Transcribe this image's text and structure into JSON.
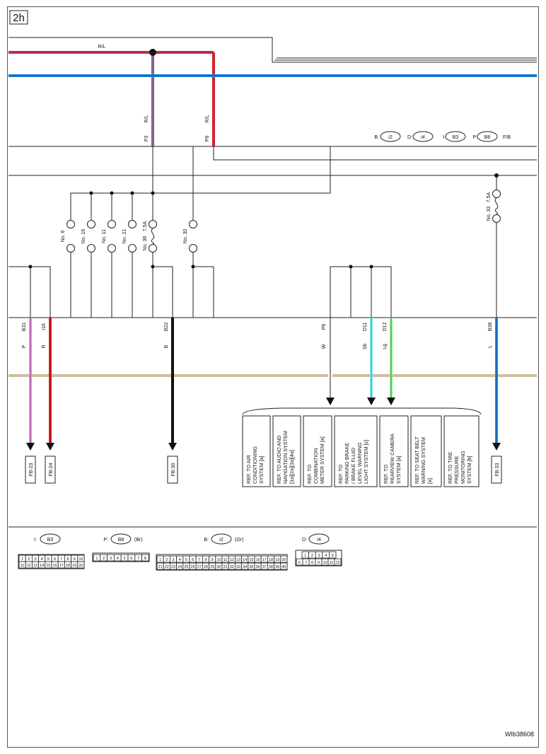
{
  "page_tag": "2h",
  "diagram_id": "WIb38608",
  "connector_header": {
    "b_label": "B:",
    "b_code": "i2",
    "d_label": "D:",
    "d_code": "i4",
    "i_label": "I:",
    "i_code": "B3",
    "p_label": "P:",
    "p_code": "B8",
    "fb_label": "F/B"
  },
  "top_wire_label": "R/L",
  "drop_left": {
    "wire": "R/L",
    "pin": "P3"
  },
  "drop_right": {
    "wire": "R/L",
    "pin": "P8"
  },
  "fuses": {
    "no6": "No. 6",
    "no16": "No. 16",
    "no11": "No. 11",
    "no21": "No. 21",
    "no36": "No. 36",
    "no36_rating": "7.5A",
    "no30": "No. 30",
    "no33": "No. 33",
    "no33_rating": "7.5A"
  },
  "terminals": {
    "b31": "B31",
    "b31_color": "P",
    "i16": "I16",
    "i16_color": "R",
    "b22": "B22",
    "b22_color": "B",
    "p6": "P6",
    "p6_color": "W",
    "d11": "D11",
    "d11_color": "Sb",
    "d12": "D12",
    "d12_color": "Lg",
    "b38": "B38",
    "b38_color": "L"
  },
  "destinations": {
    "fb23": "FB-23",
    "fb24": "FB-24",
    "fb30": "FB-30",
    "fb33": "FB-33"
  },
  "refs": [
    {
      "line1": "REF. TO AIR",
      "line2": "CONDITIONING",
      "line3": "SYSTEM [a]",
      "line4": ""
    },
    {
      "line1": "REF. TO AUDIO AND",
      "line2": "NAVIGATION SYSTEM",
      "line3": "[1a][2a][3a][4a]",
      "line4": ""
    },
    {
      "line1": "REF. TO",
      "line2": "COMBINATION",
      "line3": "METER SYSTEM [a]",
      "line4": ""
    },
    {
      "line1": "REF. TO",
      "line2": "PARKING BRAKE",
      "line3": "/ BRAKE FLUID",
      "line4": "LEVEL WARNING",
      "line5": "LIGHT SYSTEM [c]"
    },
    {
      "line1": "REF. TO",
      "line2": "REARVIEW CAMERA",
      "line3": "SYSTEM [a]",
      "line4": ""
    },
    {
      "line1": "REF. TO SEAT BELT",
      "line2": "WARNING SYSTEM",
      "line3": "[a]",
      "line4": ""
    },
    {
      "line1": "REF. TO TIRE",
      "line2": "PRESSURE",
      "line3": "MONITORING",
      "line4": "SYSTEM [b]"
    }
  ],
  "connectors": {
    "i_prefix": "I:",
    "i_code": "B3",
    "p_prefix": "P:",
    "p_code": "B8",
    "p_color": "(Br)",
    "b_prefix": "B:",
    "b_code": "i2",
    "b_color": "(Gr)",
    "d_prefix": "D:",
    "d_code": "i4",
    "i_row1": [
      "1",
      "2",
      "3",
      "4",
      "5",
      "6",
      "7",
      "8",
      "9",
      "10"
    ],
    "i_row2": [
      "11",
      "12",
      "13",
      "14",
      "15",
      "16",
      "17",
      "18",
      "19",
      "20"
    ],
    "p_row1": [
      "1",
      "2",
      "3",
      "4",
      "5",
      "6",
      "7",
      "8"
    ],
    "b_row1": [
      "1",
      "2",
      "3",
      "4",
      "5",
      "6",
      "7",
      "8",
      "9",
      "10",
      "11",
      "12",
      "13",
      "14",
      "15",
      "16",
      "17",
      "18",
      "19",
      "20"
    ],
    "b_row2": [
      "21",
      "22",
      "23",
      "24",
      "25",
      "26",
      "27",
      "28",
      "29",
      "30",
      "31",
      "32",
      "33",
      "34",
      "35",
      "36",
      "37",
      "38",
      "39",
      "40"
    ],
    "d_row1": [
      "1",
      "2",
      "3",
      "4",
      "5"
    ],
    "d_row2": [
      "6",
      "7",
      "8",
      "9",
      "10",
      "11",
      "12"
    ]
  },
  "colors": {
    "red": "#e41e26",
    "pink": "#ee8fe6",
    "blue": "#1e8fe8",
    "black": "#111111",
    "sky": "#7fe7ef",
    "lightgreen": "#8ff08f",
    "tan": "#cdbf9f",
    "redblue": "#a0506a"
  }
}
